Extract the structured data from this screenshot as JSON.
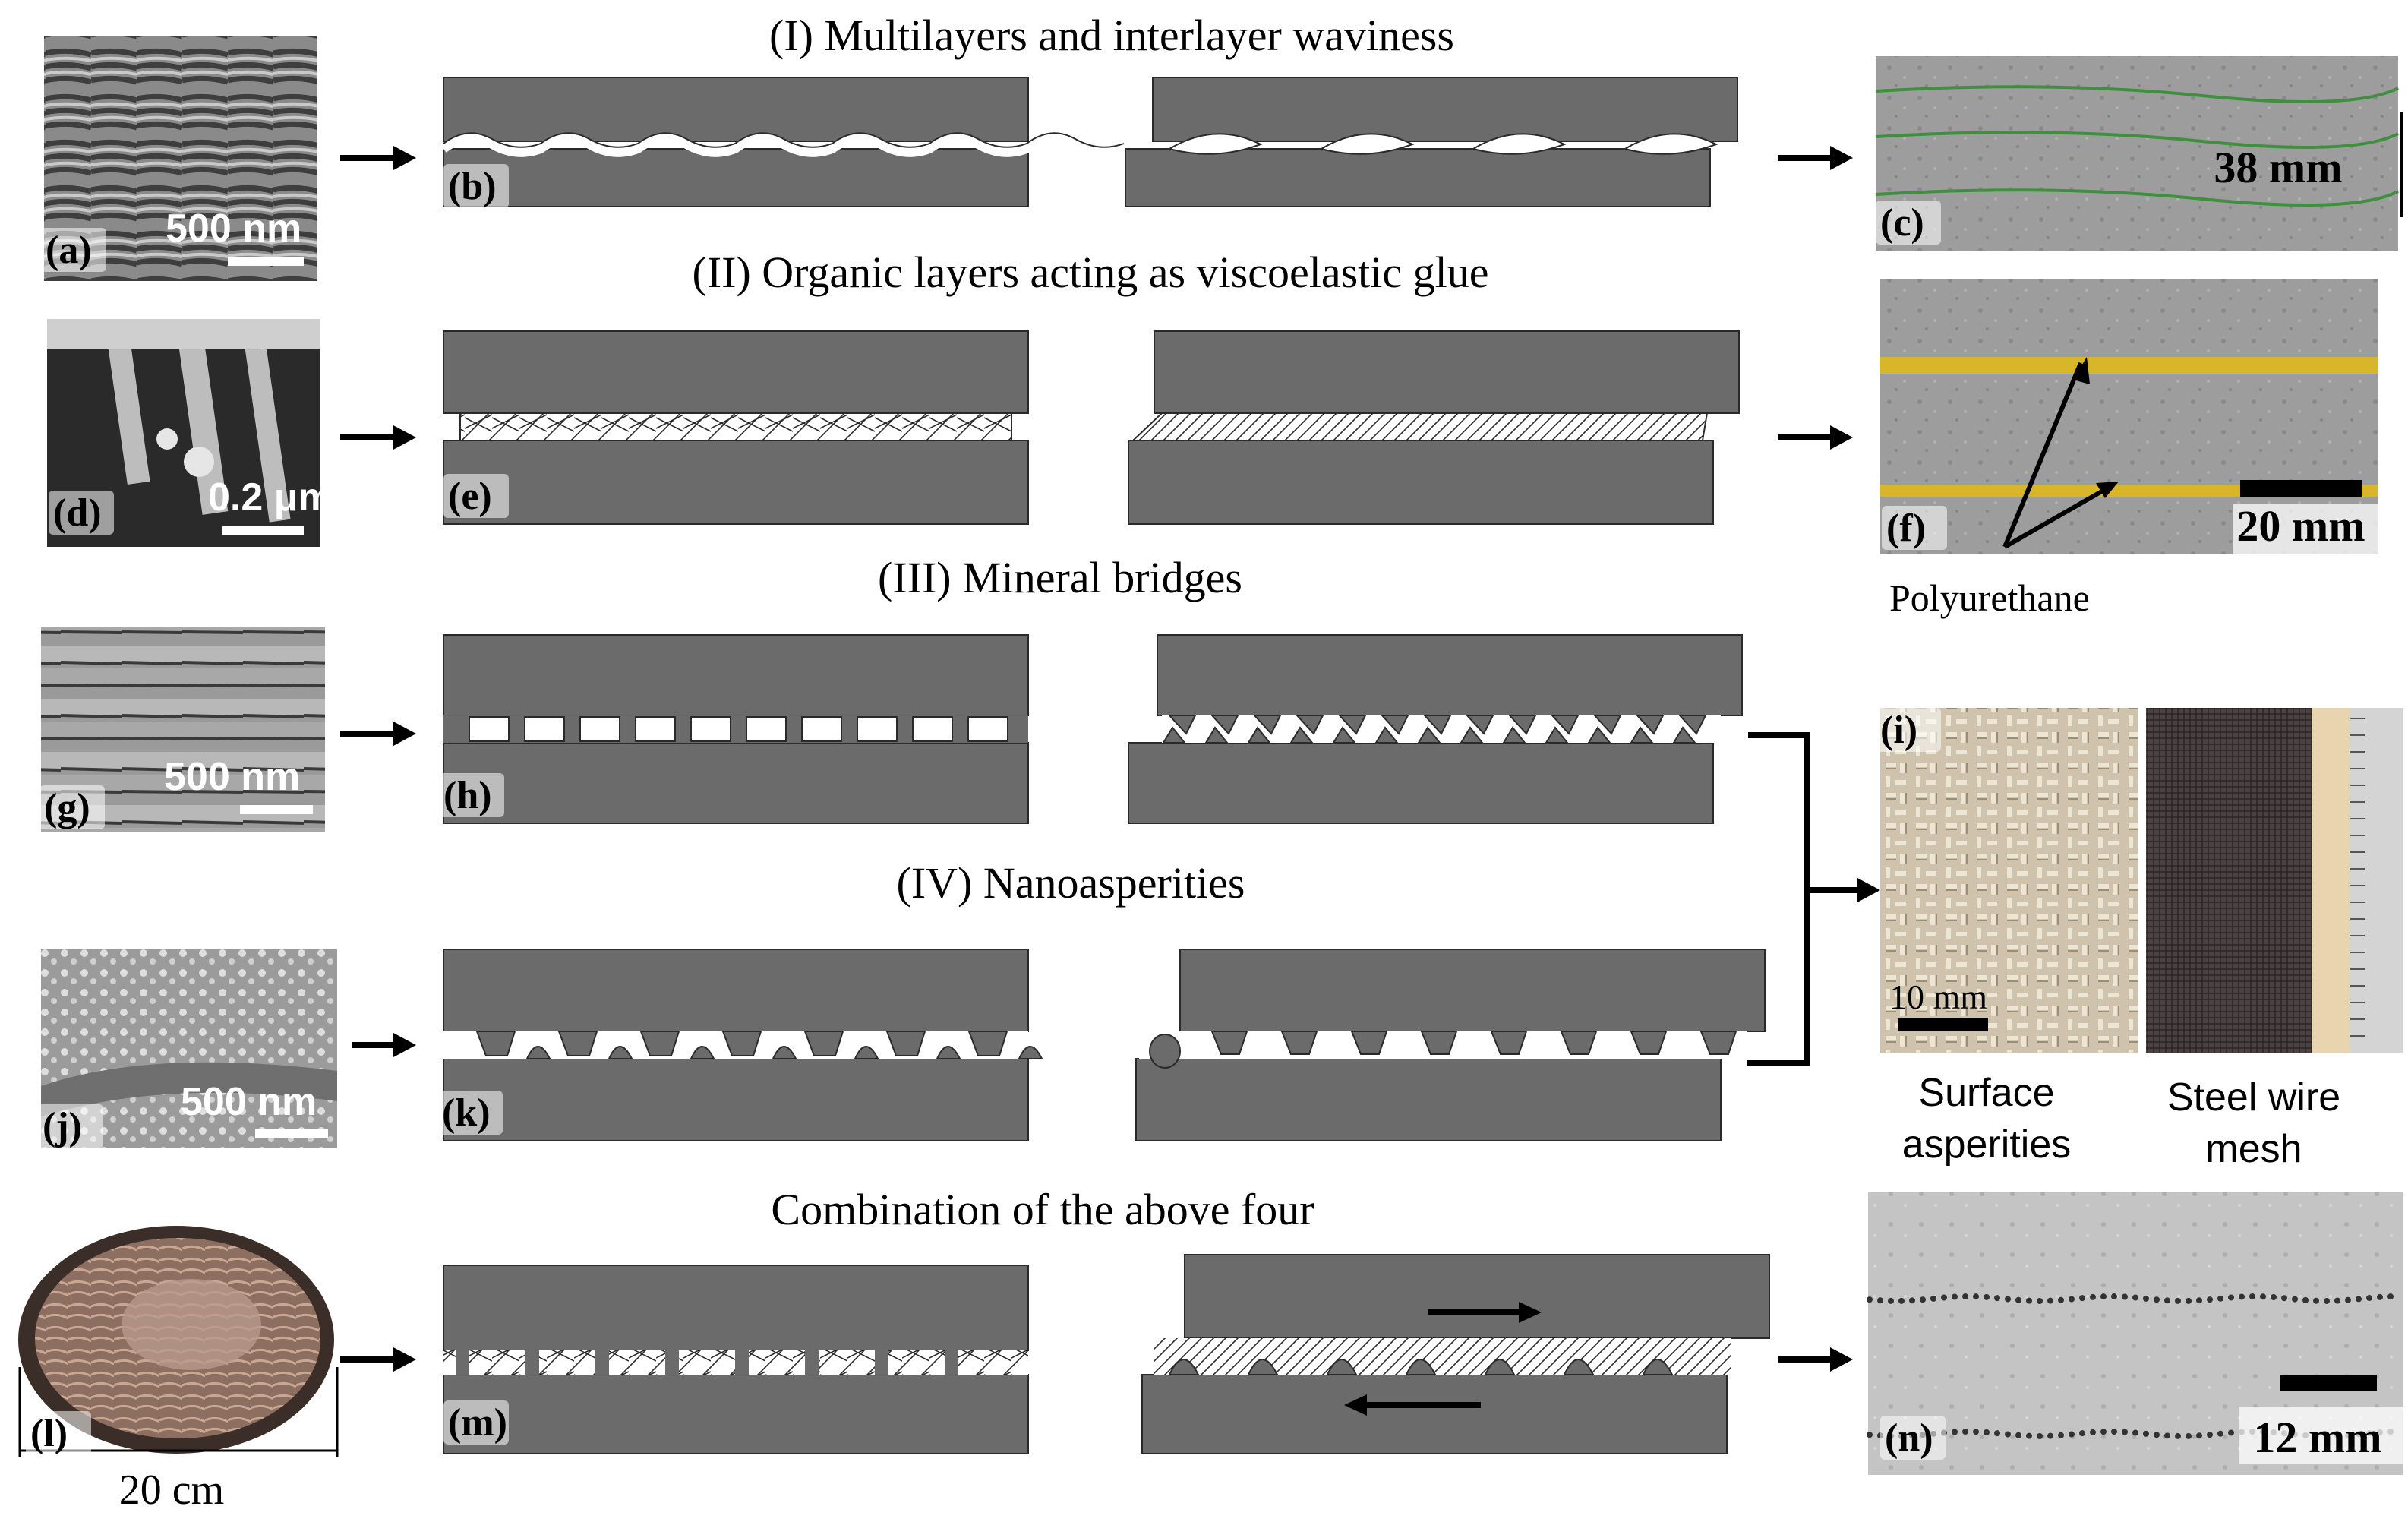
{
  "rows": [
    {
      "title": "(I) Multilayers and interlayer waviness",
      "micro_letter": "(a)",
      "micro_scale": "500 nm",
      "schematic_letter": "(b)",
      "photo_letter": "(c)",
      "photo_scale": "38 mm"
    },
    {
      "title": "(II) Organic layers acting as viscoelastic glue",
      "micro_letter": "(d)",
      "micro_scale": "0.2 μm",
      "schematic_letter": "(e)",
      "photo_letter": "(f)",
      "photo_scale": "20 mm",
      "photo_caption": "Polyurethane"
    },
    {
      "title": "(III) Mineral bridges",
      "micro_letter": "(g)",
      "micro_scale": "500 nm",
      "schematic_letter": "(h)"
    },
    {
      "title": "(IV) Nanoasperities",
      "micro_letter": "(j)",
      "micro_scale": "500 nm",
      "schematic_letter": "(k)"
    },
    {
      "title": "Combination of the above four",
      "micro_letter": "(l)",
      "micro_scale": "20 cm",
      "schematic_letter": "(m)",
      "photo_letter": "(n)",
      "photo_scale": "12 mm"
    }
  ],
  "shared_photo": {
    "letter": "(i)",
    "scale": "10 mm",
    "caption_left": [
      "Surface",
      "asperities"
    ],
    "caption_right": [
      "Steel wire",
      "mesh"
    ]
  },
  "colors": {
    "block": "#6b6b6b",
    "block_stroke": "#2a2a2a",
    "arrow": "#000000",
    "glue_line": "#1a1a1a",
    "polyurethane": "#d8b62a",
    "mesh": "#4a4040",
    "wood": "#e8d5b0"
  }
}
